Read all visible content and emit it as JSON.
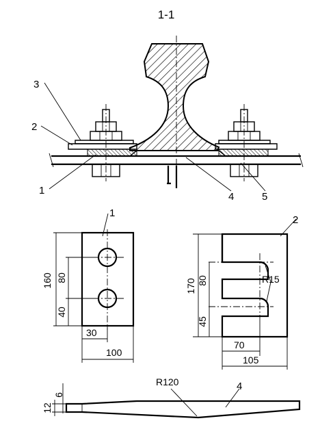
{
  "section_title": "1-1",
  "callouts": [
    "1",
    "2",
    "3",
    "4",
    "5"
  ],
  "plate1": {
    "label": "1",
    "dims": {
      "height": "160",
      "spacing": "80",
      "edge": "40",
      "edge_x": "30",
      "width": "100"
    }
  },
  "plate2": {
    "label": "2",
    "dims": {
      "height": "170",
      "spacing": "80",
      "edge": "45",
      "slot_depth": "70",
      "width": "105",
      "radius": "R15"
    }
  },
  "pad4": {
    "label": "4",
    "dims": {
      "radius": "R120",
      "thin": "6",
      "thick": "12"
    }
  }
}
